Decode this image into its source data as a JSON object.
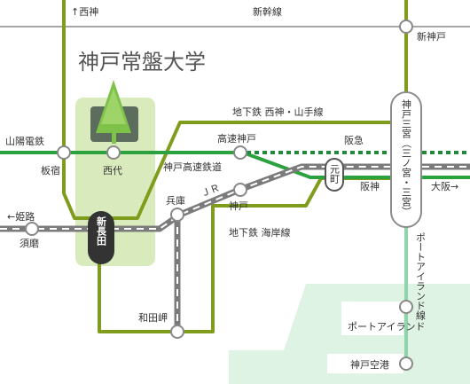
{
  "colors": {
    "olive": "#7f9c1c",
    "green": "#2ca23e",
    "dark_green": "#1f8a3a",
    "jr_gray": "#7b7b7b",
    "gray_line": "#a5a5a5",
    "pale_green": "#d9ebbd",
    "mint": "#dff3e4",
    "teal": "#8fd4ac",
    "dark_pill": "#333333"
  },
  "title": "神戸常盤大学",
  "icons": {
    "campus": "tree-icon"
  },
  "lines": {
    "shinkansen": "新幹線",
    "seishin_up": "↑西神",
    "seishin_yamate": "地下鉄 西神・山手線",
    "sanyo": "山陽電鉄",
    "hankyu": "阪急",
    "hanshin": "阪神",
    "kobe_kosoku": "神戸高速鉄道",
    "jr": "ＪＲ",
    "kaigan": "地下鉄 海岸線",
    "port_liner": "ポートアイランド線",
    "to_himeji": "←姫路",
    "to_osaka": "大阪→"
  },
  "stations": {
    "shin_kobe": "新神戸",
    "itayado": "板宿",
    "seishin_dai": "西代",
    "kosoku_kobe": "高速神戸",
    "motomachi": "元町",
    "sannomiya": "神戸三宮（三ノ宮・三宮）",
    "hyogo": "兵庫",
    "kobe": "神戸",
    "sugigura": "須磨",
    "shin_nagata": "新長田",
    "wadamisaki": "和田岬",
    "port_island": "ポートアイランド",
    "kobe_airport": "神戸空港"
  }
}
